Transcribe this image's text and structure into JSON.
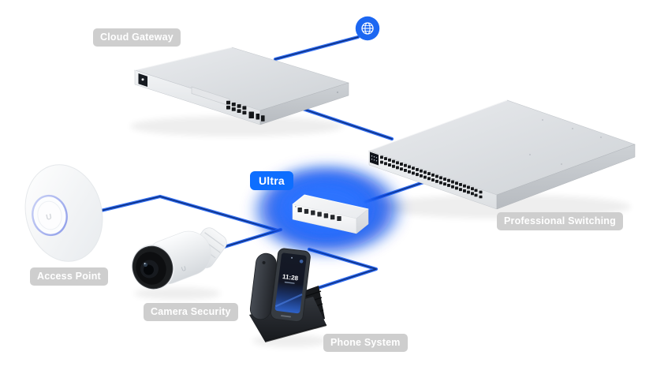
{
  "canvas": {
    "background": "#ffffff"
  },
  "colors": {
    "accent_blue": "#0d6eff",
    "cable_blue": "#2e6cf2",
    "cable_core": "#0e2f7e",
    "glow_blue": "#1e67ff",
    "label_bg": "#cecece",
    "label_text": "#ffffff",
    "device_silver": "#d9dcdf"
  },
  "nodes": {
    "internet": {
      "icon": "globe-icon"
    },
    "cloud_gateway": {
      "label": "Cloud Gateway"
    },
    "professional_switching": {
      "label": "Professional Switching"
    },
    "ultra": {
      "label": "Ultra",
      "highlighted": true
    },
    "access_point": {
      "label": "Access Point"
    },
    "camera_security": {
      "label": "Camera Security"
    },
    "phone_system": {
      "label": "Phone System",
      "screen_time": "11:28"
    }
  },
  "edges": [
    {
      "from": "cloud_gateway",
      "to": "internet"
    },
    {
      "from": "cloud_gateway",
      "to": "professional_switching"
    },
    {
      "from": "professional_switching",
      "to": "ultra"
    },
    {
      "from": "ultra",
      "to": "access_point"
    },
    {
      "from": "ultra",
      "to": "camera_security"
    },
    {
      "from": "ultra",
      "to": "phone_system"
    }
  ]
}
